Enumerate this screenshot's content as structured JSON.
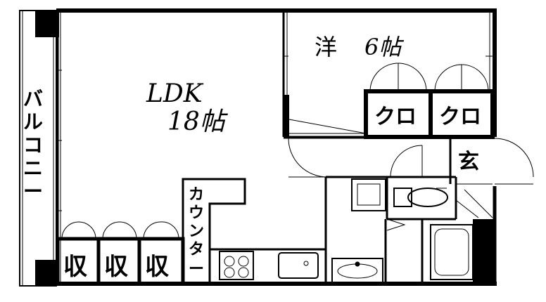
{
  "rooms": {
    "ldk_name": "LDK",
    "ldk_size": "18帖",
    "western_name": "洋",
    "western_size": "6帖",
    "closet_1": "クロ",
    "closet_2": "クロ",
    "entrance": "玄",
    "storage_1": "収",
    "storage_2": "収",
    "storage_3": "収"
  },
  "labels": {
    "balcony": [
      "バ",
      "ル",
      "コ",
      "ニ",
      "ー"
    ],
    "counter": [
      "カ",
      "ウ",
      "ン",
      "タ",
      "ー"
    ]
  }
}
